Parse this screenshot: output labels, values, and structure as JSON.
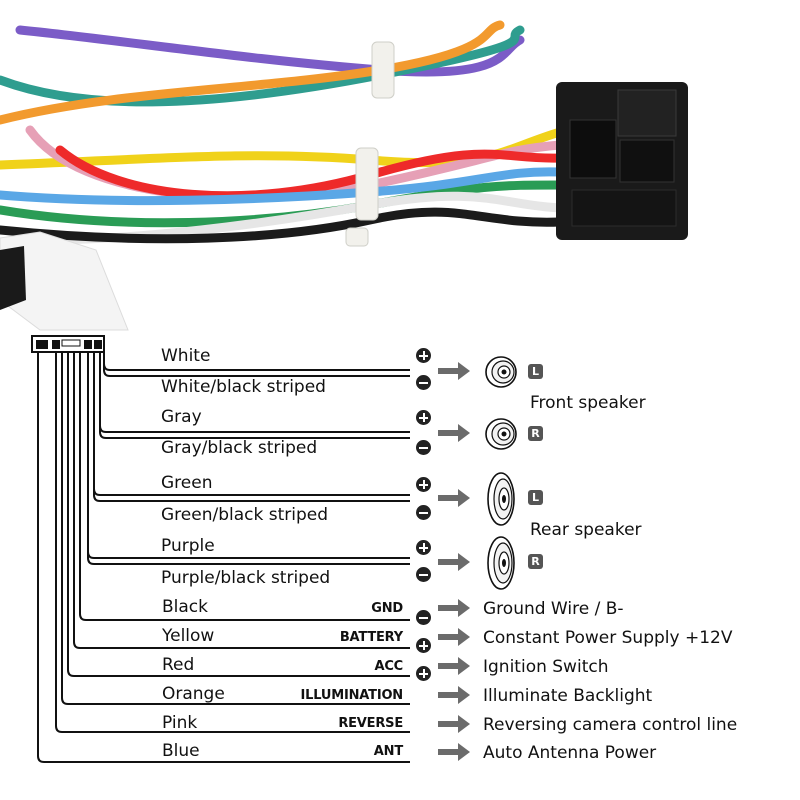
{
  "photo": {
    "wire_colors": [
      "#7b5cc7",
      "#2f9d8f",
      "#f29a2e",
      "#f0d21a",
      "#e6a0b6",
      "#ee2a2a",
      "#2a9c55",
      "#5aa7e6",
      "#e6e6e6",
      "#1b1b1b"
    ],
    "connector_color": "#1a1a1a",
    "tie_color": "#f2f1ec"
  },
  "speaker_wires": [
    {
      "label": "White",
      "sign": "plus"
    },
    {
      "label": "White/black striped",
      "sign": "minus"
    },
    {
      "label": "Gray",
      "sign": "plus"
    },
    {
      "label": "Gray/black striped",
      "sign": "minus"
    },
    {
      "label": "Green",
      "sign": "plus"
    },
    {
      "label": "Green/black striped",
      "sign": "minus"
    },
    {
      "label": "Purple",
      "sign": "plus"
    },
    {
      "label": "Purple/black striped",
      "sign": "minus"
    }
  ],
  "speakers": [
    {
      "badge": "L",
      "shape": "round"
    },
    {
      "badge": "R",
      "shape": "round"
    },
    {
      "badge": "L",
      "shape": "oval"
    },
    {
      "badge": "R",
      "shape": "oval"
    }
  ],
  "speaker_groups": [
    "Front speaker",
    "Rear speaker"
  ],
  "function_wires": [
    {
      "color": "Black",
      "function": "GND",
      "sign": "minus",
      "description": "Ground Wire / B-"
    },
    {
      "color": "Yellow",
      "function": "BATTERY",
      "sign": "plus",
      "description": "Constant Power Supply +12V"
    },
    {
      "color": "Red",
      "function": "ACC",
      "sign": "plus",
      "description": "Ignition Switch"
    },
    {
      "color": "Orange",
      "function": "ILLUMINATION",
      "sign": "",
      "description": "Illuminate Backlight"
    },
    {
      "color": "Pink",
      "function": "REVERSE",
      "sign": "",
      "description": "Reversing camera control line"
    },
    {
      "color": "Blue",
      "function": "ANT",
      "sign": "",
      "description": "Auto  Antenna Power"
    }
  ],
  "colors": {
    "line": "#111111",
    "arrow": "#6b6b6b",
    "badge": "#555555"
  }
}
